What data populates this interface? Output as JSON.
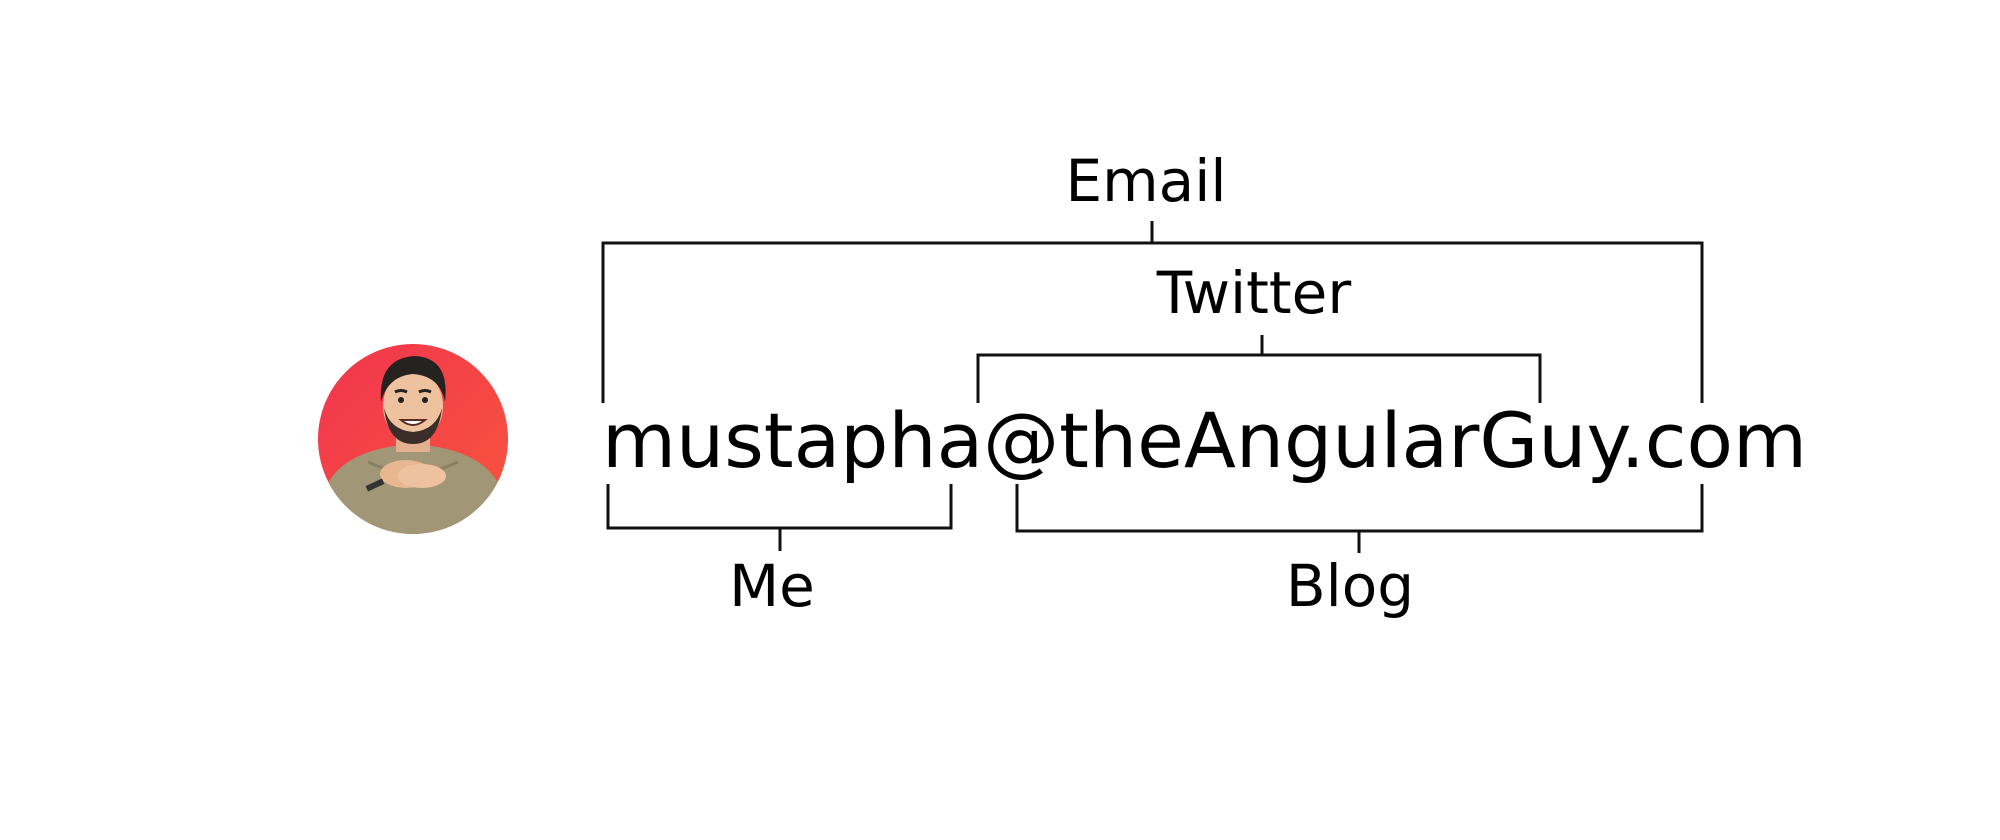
{
  "email_address": "mustapha@theAngularGuy.com",
  "labels": {
    "email": "Email",
    "twitter": "Twitter",
    "me": "Me",
    "blog": "Blog"
  },
  "colors": {
    "line": "#111111",
    "avatar_gradient_start": "#f2344f",
    "avatar_gradient_end": "#f7563b"
  },
  "icons": {
    "avatar": "person-avatar-icon"
  }
}
